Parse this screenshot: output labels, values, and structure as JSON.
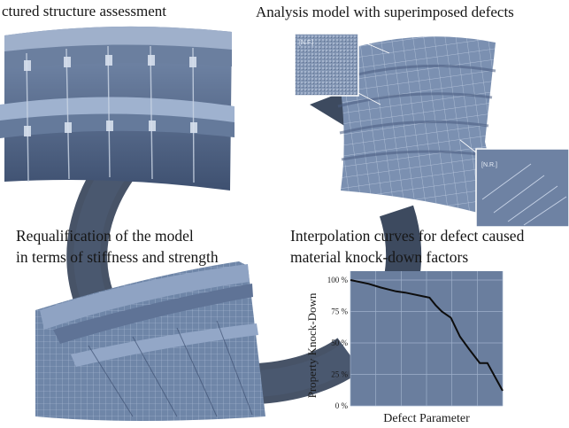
{
  "captions": {
    "top_left": "ctured structure assessment",
    "top_right": "Analysis model with superimposed defects",
    "bottom_left": [
      "Requalification of the model",
      "in terms of stiffness and strength"
    ],
    "bottom_right": [
      "Interpolation curves for defect caused",
      "material knock-down factors"
    ]
  },
  "insets": {
    "upper_label": "[N.F.]",
    "lower_label": "[N.R.]"
  },
  "colors": {
    "arrow": "#3d4a5f",
    "panel": "#5a6f8c",
    "panel_light": "#7f93b0",
    "mesh": "#a9b9d4",
    "chart_bg": "#5f7494"
  },
  "chart_data": {
    "type": "line",
    "xlabel": "Defect Parameter",
    "ylabel": "Property Knock-Down",
    "y_ticks": [
      "0 %",
      "25 %",
      "50 %",
      "75 %",
      "100 %"
    ],
    "ylim": [
      0,
      100
    ],
    "xlim": [
      0,
      1
    ],
    "grid": true,
    "series": [
      {
        "x": [
          0,
          0.12,
          0.2,
          0.3,
          0.36,
          0.48,
          0.52,
          0.56,
          0.6,
          0.66,
          0.72,
          0.78,
          0.85,
          0.9,
          1.0
        ],
        "y": [
          100,
          97,
          94,
          91,
          90,
          87,
          86,
          80,
          75,
          70,
          55,
          45,
          34,
          34,
          12
        ]
      }
    ]
  }
}
